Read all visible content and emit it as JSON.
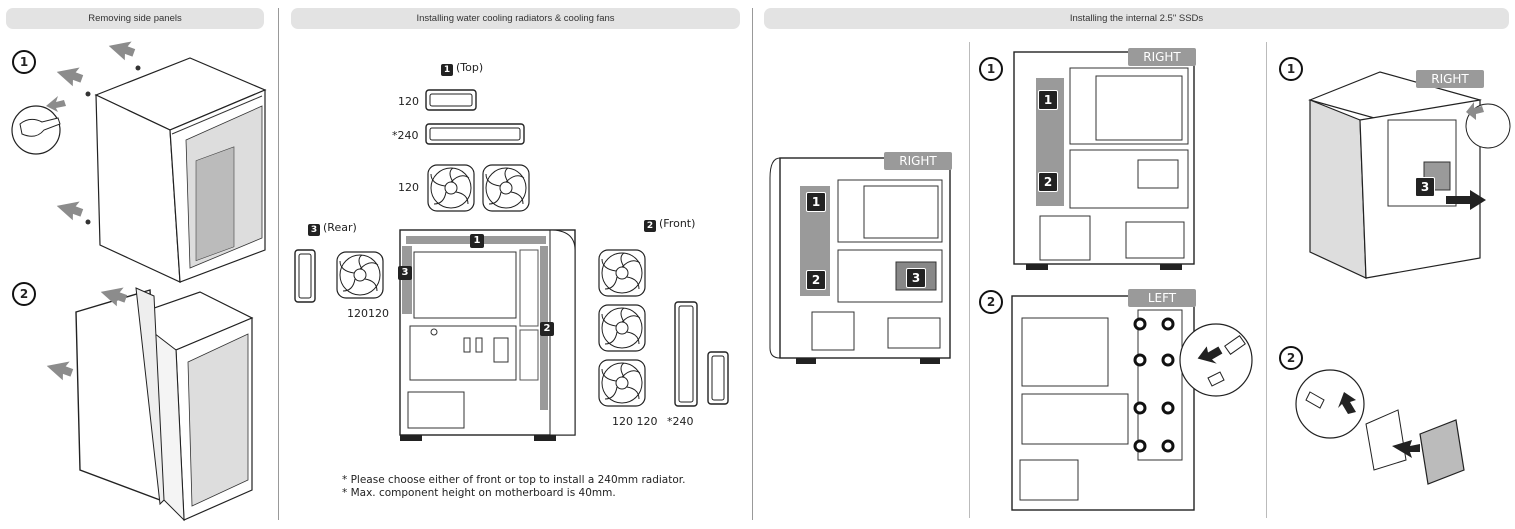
{
  "headers": {
    "side_panels": "Removing side panels",
    "water_cooling": "Installing water cooling radiators & cooling fans",
    "ssd": "Installing the internal 2.5\" SSDs"
  },
  "steps": {
    "one": "1",
    "two": "2",
    "three": "3"
  },
  "water_cooling": {
    "top_label": "(Top)",
    "front_label": "(Front)",
    "rear_label": "(Rear)",
    "top_rad_120": "120",
    "top_rad_240": "*240",
    "top_fans_120": "120",
    "rear_sizes": "120120",
    "front_sizes": "120 120",
    "front_rad_240": "*240",
    "note1": "* Please choose either of front or top to install a 240mm radiator.",
    "note2": "* Max. component height on motherboard is 40mm."
  },
  "ssd": {
    "right_label": "RIGHT",
    "left_label": "LEFT"
  },
  "colors": {
    "header_bg": "#e3e3e3",
    "tag_bg": "#9a9a9a",
    "arrow": "#8c8c8c",
    "line": "#222222"
  }
}
